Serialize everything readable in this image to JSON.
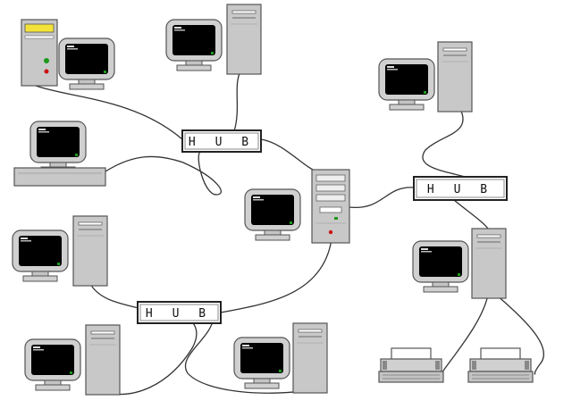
{
  "hubs": [
    {
      "id": "hub-top-center",
      "label": "H U B"
    },
    {
      "id": "hub-right",
      "label": "H U B"
    },
    {
      "id": "hub-bottom-left",
      "label": "H U B"
    }
  ],
  "devices": [
    {
      "id": "pc-desktop-top-left",
      "type": "desktop-computer"
    },
    {
      "id": "pc-tower-top-center",
      "type": "tower-computer"
    },
    {
      "id": "pc-tower-top-right",
      "type": "tower-computer"
    },
    {
      "id": "pc-flat-left",
      "type": "flat-desktop-computer"
    },
    {
      "id": "server",
      "type": "server"
    },
    {
      "id": "monitor-center",
      "type": "monitor"
    },
    {
      "id": "pc-tower-mid-left",
      "type": "tower-computer"
    },
    {
      "id": "pc-tower-mid-right",
      "type": "tower-computer"
    },
    {
      "id": "pc-tower-bottom-left",
      "type": "tower-computer"
    },
    {
      "id": "pc-tower-bottom-center",
      "type": "tower-computer"
    },
    {
      "id": "printer-left",
      "type": "printer"
    },
    {
      "id": "printer-right",
      "type": "printer"
    }
  ],
  "colors": {
    "line": "#333333",
    "case": "#c8c8c8",
    "screen": "#000000",
    "outline": "#555555"
  }
}
